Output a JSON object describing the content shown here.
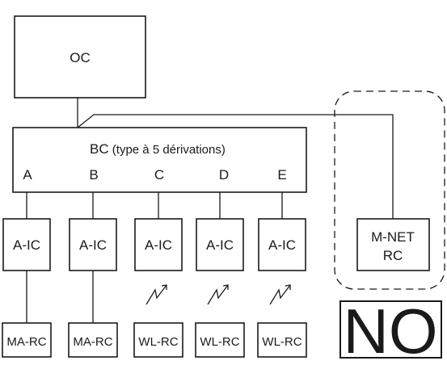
{
  "oc": {
    "label": "OC"
  },
  "bc": {
    "prefix": "BC",
    "suffix": " (type à 5 dérivations)"
  },
  "branches": [
    "A",
    "B",
    "C",
    "D",
    "E"
  ],
  "indoor_units": [
    "A-IC",
    "A-IC",
    "A-IC",
    "A-IC",
    "A-IC"
  ],
  "remotes": [
    "MA-RC",
    "MA-RC",
    "WL-RC",
    "WL-RC",
    "WL-RC"
  ],
  "mnet": {
    "line1": "M-NET",
    "line2": "RC"
  },
  "verdict": "NO",
  "colors": {
    "stroke": "#1a1a1a",
    "background": "#ffffff"
  }
}
